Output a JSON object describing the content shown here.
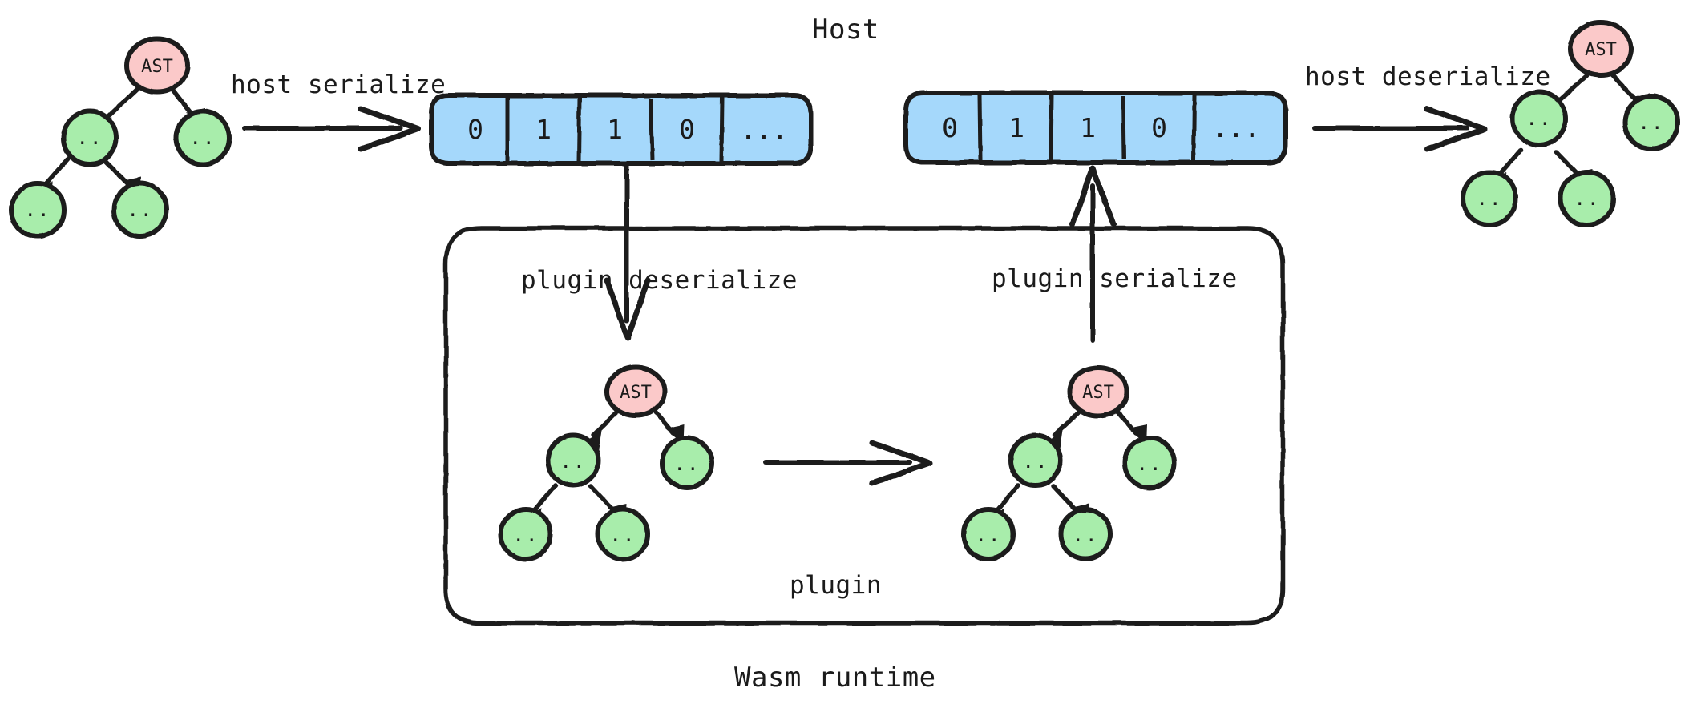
{
  "diagram": {
    "title": "Host",
    "footer": "Wasm runtime",
    "plugin_box_label": "plugin",
    "background": "#ffffff",
    "ink": "#1b1b1b",
    "colors": {
      "ast_node_fill": "#fbc9c9",
      "child_node_fill": "#a8edab",
      "byte_cell_fill": "#a5d8fb",
      "stroke": "#1b1b1b"
    },
    "edge_labels": {
      "host_serialize": "host serialize",
      "host_deserialize": "host deserialize",
      "plugin_deserialize": "plugin deserialize",
      "plugin_serialize": "plugin serialize"
    },
    "node_labels": {
      "root": "AST",
      "child": ".."
    },
    "byte_arrays": [
      {
        "name": "host-serialized-bytes",
        "cells": [
          "0",
          "1",
          "1",
          "0",
          "..."
        ]
      },
      {
        "name": "plugin-serialized-bytes",
        "cells": [
          "0",
          "1",
          "1",
          "0",
          "..."
        ]
      }
    ],
    "trees": [
      {
        "name": "host-input-ast",
        "root": "AST",
        "children": [
          "..",
          "..",
          "..",
          ".."
        ]
      },
      {
        "name": "plugin-input-ast",
        "root": "AST",
        "children": [
          "..",
          "..",
          "..",
          ".."
        ]
      },
      {
        "name": "plugin-output-ast",
        "root": "AST",
        "children": [
          "..",
          "..",
          "..",
          ".."
        ]
      },
      {
        "name": "host-output-ast",
        "root": "AST",
        "children": [
          "..",
          "..",
          "..",
          ".."
        ]
      }
    ]
  }
}
